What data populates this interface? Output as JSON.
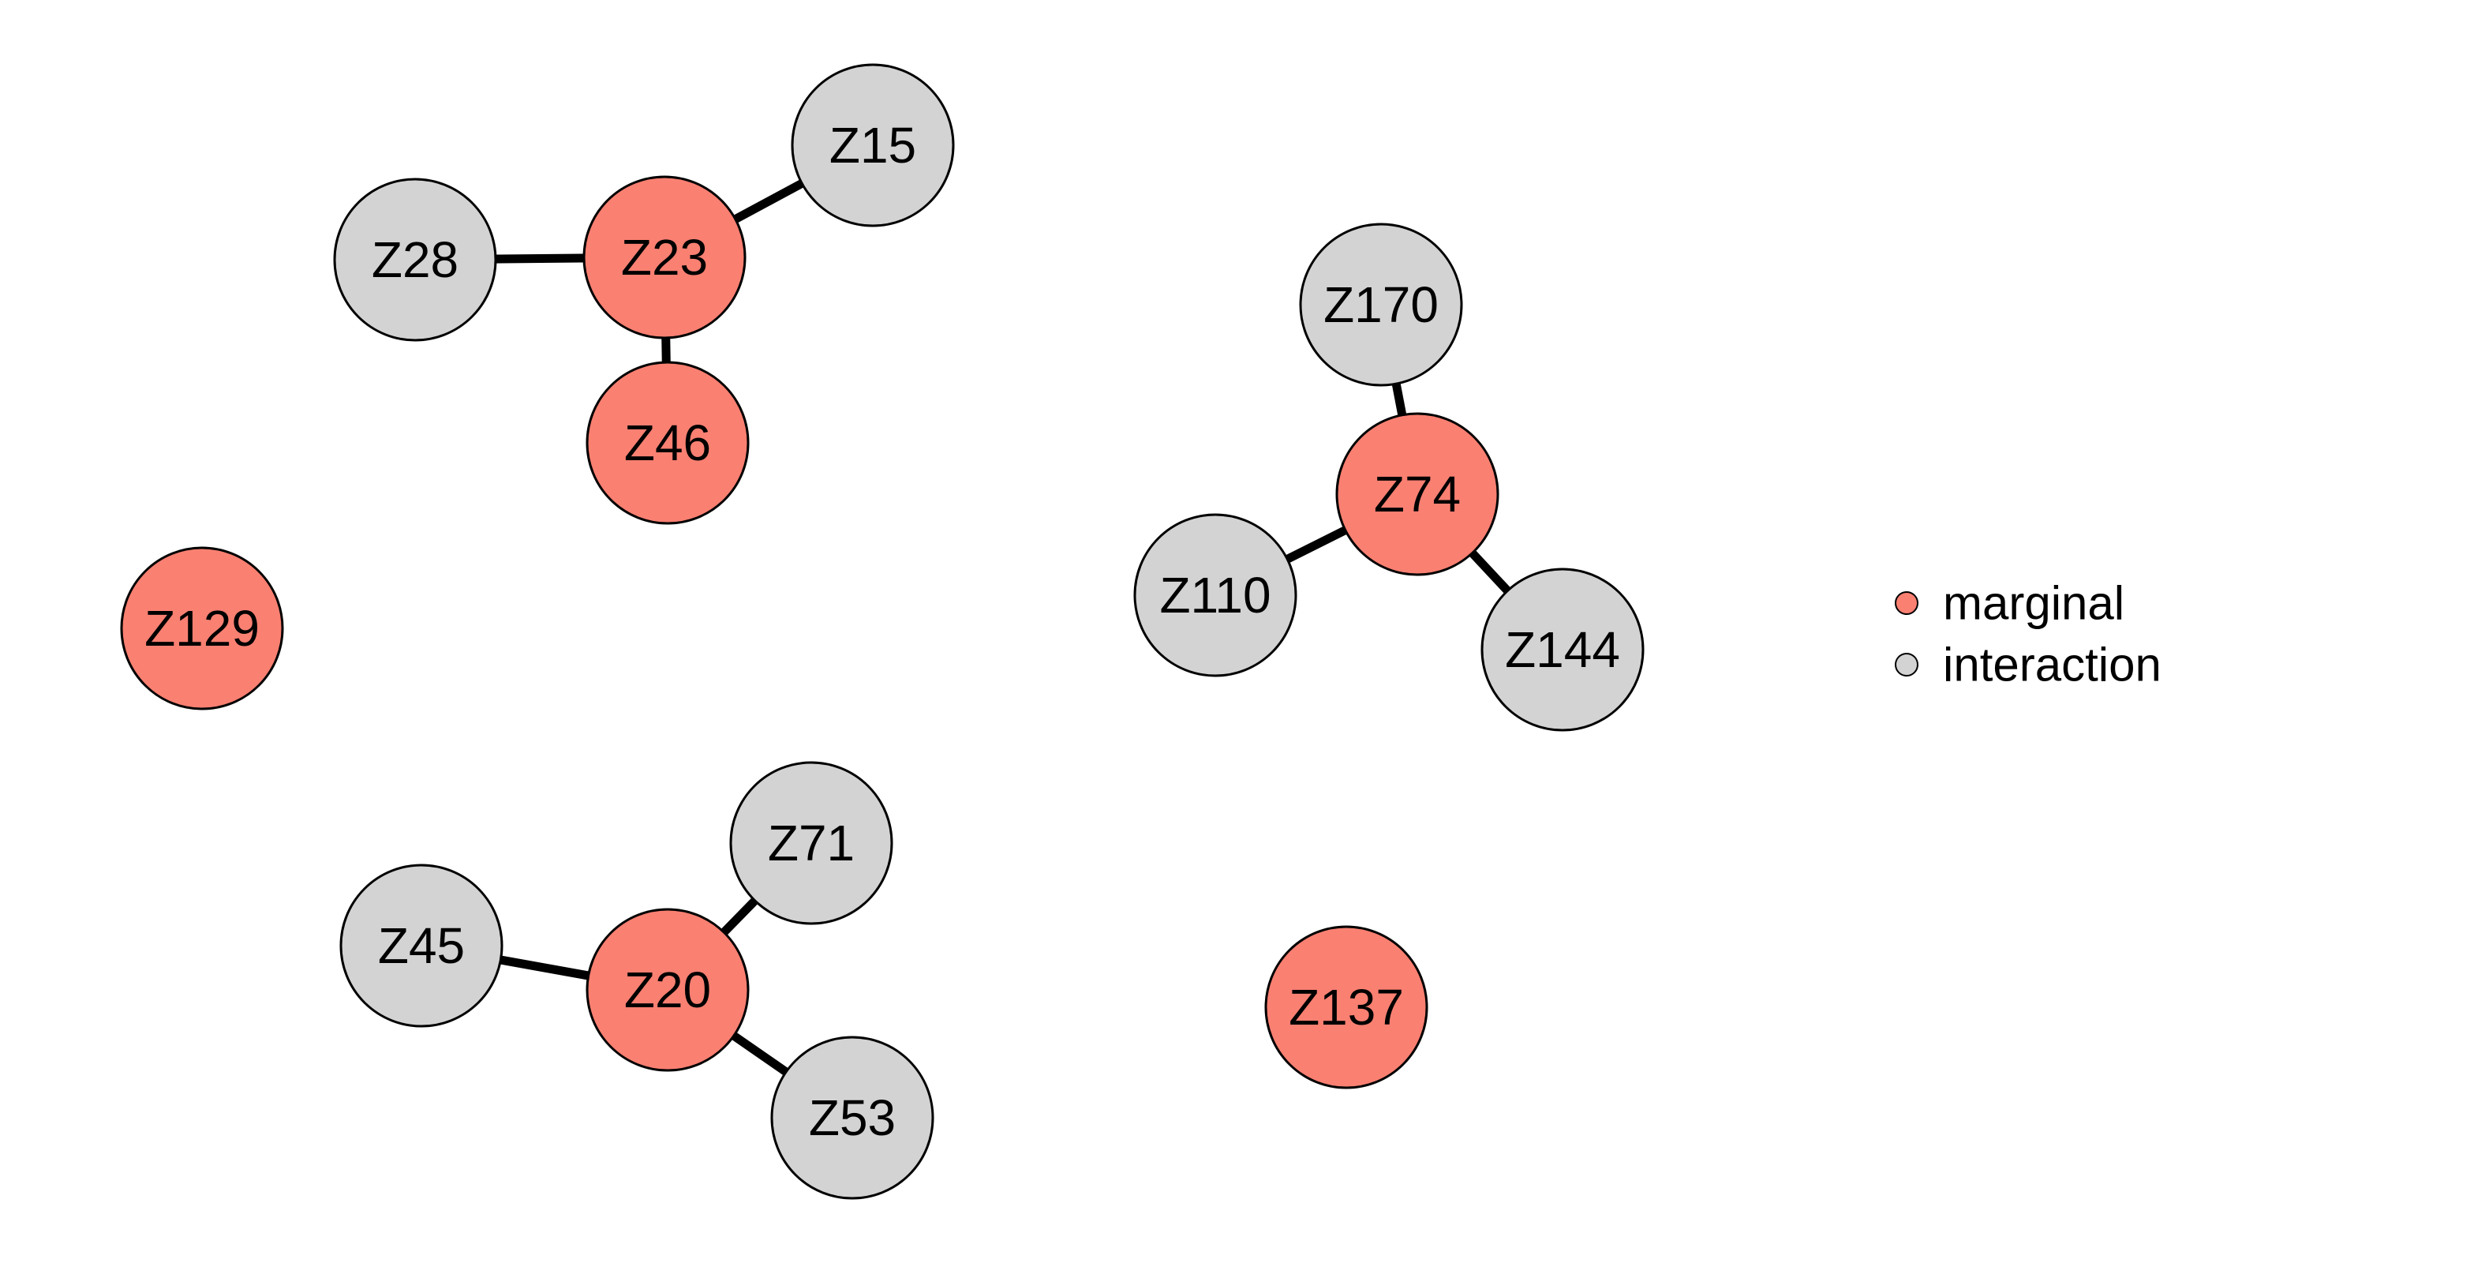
{
  "palette": {
    "marginal": "#FA8072",
    "interaction": "#D3D3D3",
    "edge": "#000000",
    "node_border": "#000000"
  },
  "legend": {
    "placement": "right",
    "items": [
      {
        "key": "marginal",
        "label": "marginal"
      },
      {
        "key": "interaction",
        "label": "interaction"
      }
    ]
  },
  "nodes": [
    {
      "id": "Z15",
      "label": "Z15",
      "type": "interaction"
    },
    {
      "id": "Z23",
      "label": "Z23",
      "type": "marginal"
    },
    {
      "id": "Z28",
      "label": "Z28",
      "type": "interaction"
    },
    {
      "id": "Z46",
      "label": "Z46",
      "type": "marginal"
    },
    {
      "id": "Z170",
      "label": "Z170",
      "type": "interaction"
    },
    {
      "id": "Z74",
      "label": "Z74",
      "type": "marginal"
    },
    {
      "id": "Z110",
      "label": "Z110",
      "type": "interaction"
    },
    {
      "id": "Z144",
      "label": "Z144",
      "type": "interaction"
    },
    {
      "id": "Z129",
      "label": "Z129",
      "type": "marginal"
    },
    {
      "id": "Z71",
      "label": "Z71",
      "type": "interaction"
    },
    {
      "id": "Z45",
      "label": "Z45",
      "type": "interaction"
    },
    {
      "id": "Z20",
      "label": "Z20",
      "type": "marginal"
    },
    {
      "id": "Z53",
      "label": "Z53",
      "type": "interaction"
    },
    {
      "id": "Z137",
      "label": "Z137",
      "type": "marginal"
    }
  ],
  "edges": [
    {
      "source": "Z23",
      "target": "Z15"
    },
    {
      "source": "Z23",
      "target": "Z28"
    },
    {
      "source": "Z23",
      "target": "Z46"
    },
    {
      "source": "Z74",
      "target": "Z170"
    },
    {
      "source": "Z74",
      "target": "Z110"
    },
    {
      "source": "Z74",
      "target": "Z144"
    },
    {
      "source": "Z20",
      "target": "Z71"
    },
    {
      "source": "Z20",
      "target": "Z45"
    },
    {
      "source": "Z20",
      "target": "Z53"
    }
  ]
}
